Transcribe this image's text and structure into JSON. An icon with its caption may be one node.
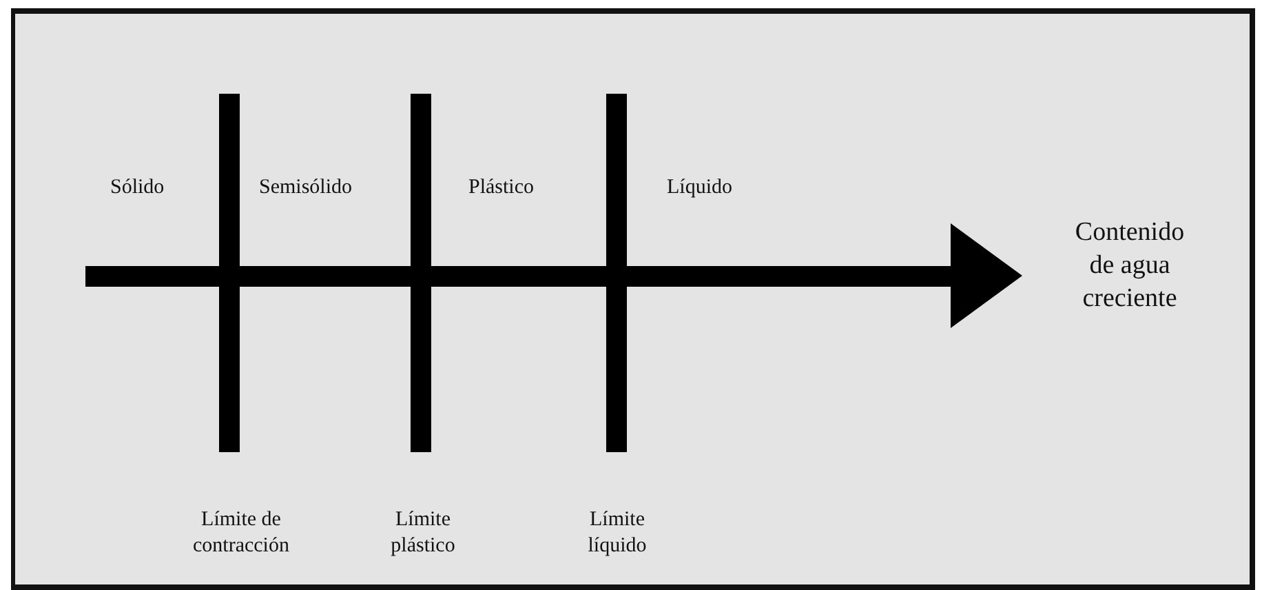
{
  "diagram": {
    "labels": [
      "Sólido",
      "Semisólido",
      "Plástico",
      "Líquido",
      "Contenido de agua creciente",
      "Límite de contracción",
      "Límite plástico",
      "Límite líquido"
    ]
  }
}
